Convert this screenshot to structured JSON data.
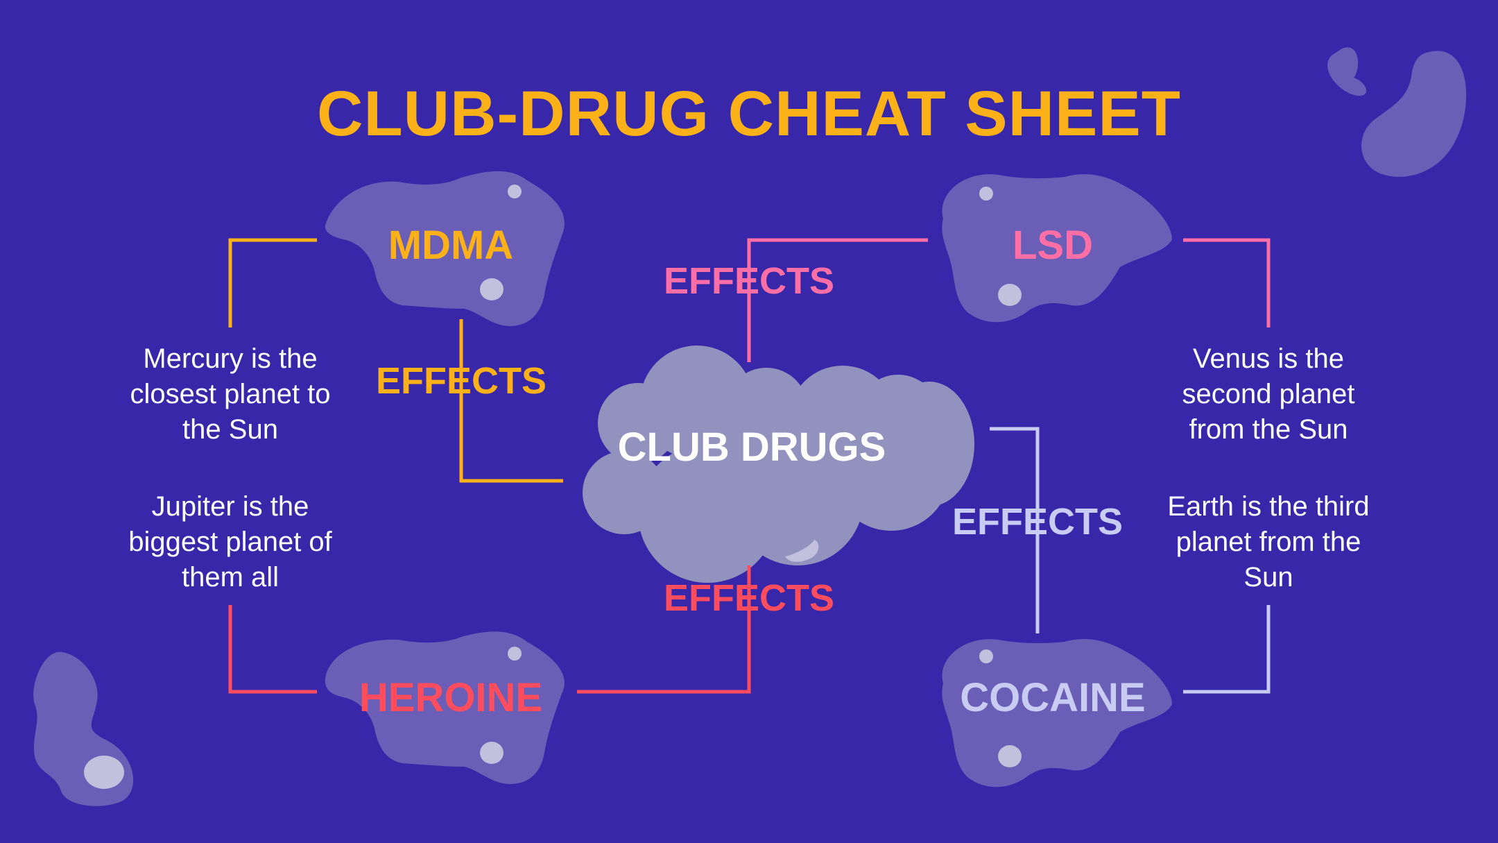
{
  "title": "CLUB-DRUG CHEAT SHEET",
  "center": {
    "label": "CLUB DRUGS"
  },
  "drugs": {
    "mdma": {
      "label": "MDMA",
      "effects": "EFFECTS",
      "description": "Mercury is the closest planet to the Sun",
      "color": "#fbb117"
    },
    "lsd": {
      "label": "LSD",
      "effects": "EFFECTS",
      "description": "Venus is the second planet from the Sun",
      "color": "#ff6fa6"
    },
    "heroine": {
      "label": "HEROINE",
      "effects": "EFFECTS",
      "description": "Jupiter is the biggest planet of them all",
      "color": "#ff4d5e"
    },
    "cocaine": {
      "label": "COCAINE",
      "effects": "EFFECTS",
      "description": "Earth is the third planet from the Sun",
      "color": "#c8ccf2"
    }
  },
  "colors": {
    "background": "#3827a8",
    "blob": "#6a5eb7",
    "center_cloud": "#9292bf",
    "title": "#fbb117",
    "text": "#ffffff"
  }
}
